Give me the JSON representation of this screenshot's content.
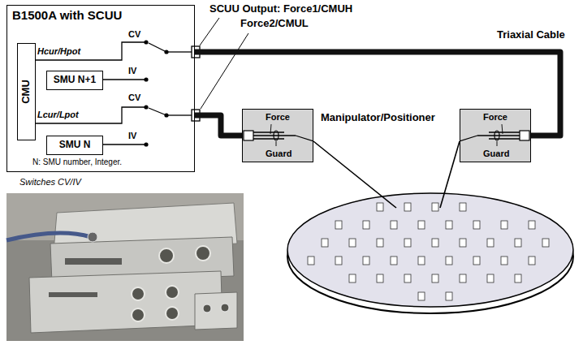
{
  "diagram": {
    "nodes": [
      {
        "text": [
          "B1500A with SCUU"
        ]
      },
      {
        "text": [
          "CMU"
        ],
        "in": 0
      },
      {
        "text": [
          "SMU N+1"
        ],
        "in": 0
      },
      {
        "text": [
          "SMU N"
        ],
        "in": 0
      },
      {
        "text": [
          "Force",
          "Guard"
        ]
      },
      {
        "text": [
          "Force",
          "Guard"
        ]
      }
    ],
    "edges": [
      {
        "from": 0,
        "to": 5,
        "arrow": "none"
      },
      {
        "from": 0,
        "to": 4,
        "arrow": "none"
      }
    ],
    "labels": [
      "SCUU Output: Force1/CMUH",
      "Force2/CMUL",
      "Hcur/Hpot",
      "CV",
      "IV",
      "Lcur/Lpot",
      "CV",
      "IV",
      "N: SMU number, Integer.",
      "Switches CV/IV",
      "Triaxial Cable",
      "Manipulator/Positioner"
    ]
  }
}
